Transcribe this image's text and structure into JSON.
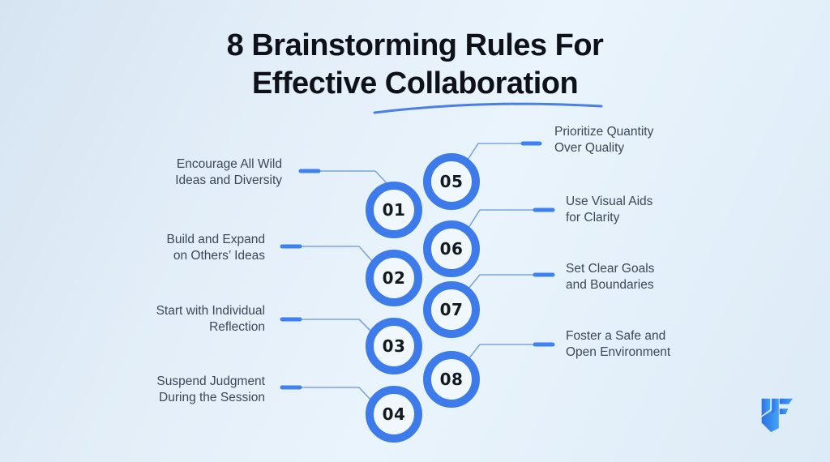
{
  "title": {
    "line1": "8 Brainstorming Rules For",
    "line2": "Effective Collaboration"
  },
  "items": [
    {
      "number": "01",
      "label": "Encourage All Wild\nIdeas and Diversity",
      "side": "left"
    },
    {
      "number": "02",
      "label": "Build and Expand\non Others’ Ideas",
      "side": "left"
    },
    {
      "number": "03",
      "label": "Start with Individual\nReflection",
      "side": "left"
    },
    {
      "number": "04",
      "label": "Suspend Judgment\nDuring the Session",
      "side": "left"
    },
    {
      "number": "05",
      "label": "Prioritize Quantity\nOver Quality",
      "side": "right"
    },
    {
      "number": "06",
      "label": "Use Visual Aids\nfor Clarity",
      "side": "right"
    },
    {
      "number": "07",
      "label": "Set Clear Goals\nand Boundaries",
      "side": "right"
    },
    {
      "number": "08",
      "label": "Foster a Safe and\nOpen Environment",
      "side": "right"
    }
  ],
  "colors": {
    "accent": "#3d7bea",
    "bar-blue": "#3e82f2",
    "line-blue": "#7fa3dc",
    "underline-blue": "#4a80e4",
    "title-color": "#0e1218",
    "label-color": "#3c4757",
    "circle-fill": "#f0f7fd",
    "logo-blue-dark": "#2f6fe4",
    "logo-blue-light": "#3fa6f3"
  }
}
